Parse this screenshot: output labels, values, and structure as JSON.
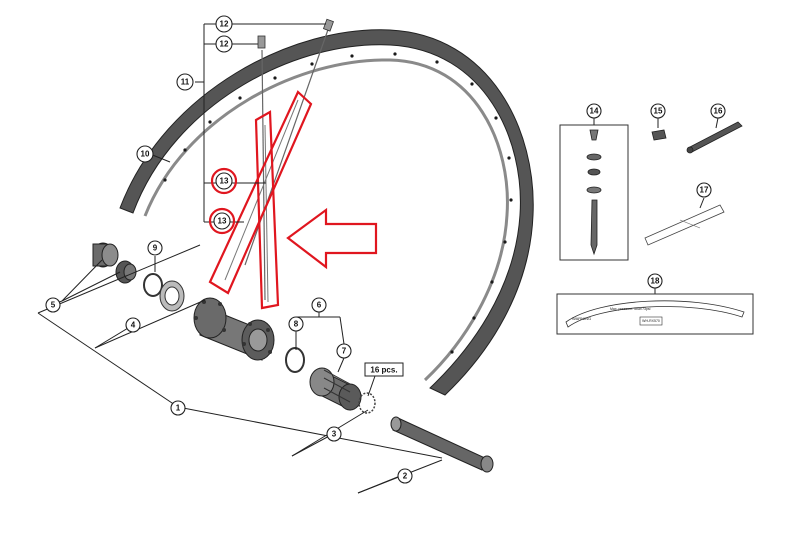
{
  "callouts": {
    "c1": "1",
    "c2": "2",
    "c3": "3",
    "c4": "4",
    "c5": "5",
    "c6": "6",
    "c7": "7",
    "c8": "8",
    "c9": "9",
    "c10": "10",
    "c11": "11",
    "c12a": "12",
    "c12b": "12",
    "c13a": "13",
    "c13b": "13",
    "c14": "14",
    "c15": "15",
    "c16": "16",
    "c17": "17",
    "c18": "18"
  },
  "quantity_label": "16 pcs.",
  "label_18_text": {
    "warning": "WARNING",
    "line": "Max. pressure: 5bar/73psi",
    "code": "WH-RX570"
  },
  "colors": {
    "highlight": "#e0161f",
    "part_dark": "#4a4a4a",
    "part_light": "#bdbdbd"
  }
}
